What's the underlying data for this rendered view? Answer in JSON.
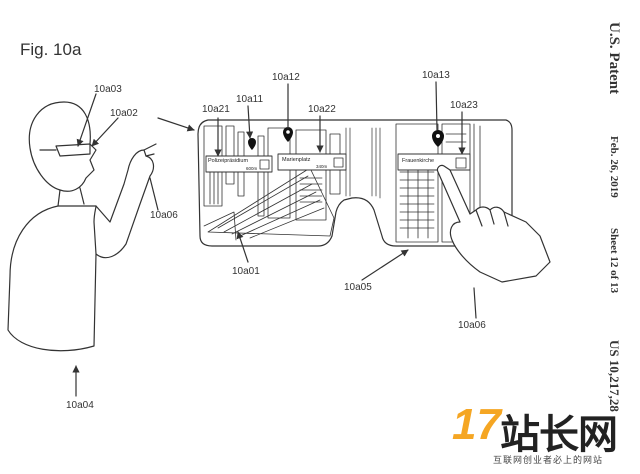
{
  "figure": {
    "title": "Fig. 10a"
  },
  "side_text": {
    "patent": "U.S. Patent",
    "date": "Feb. 26, 2019",
    "sheet": "Sheet 12 of 13",
    "number": "US 10,217,28"
  },
  "labels": {
    "l_10a03": "10a03",
    "l_10a02": "10a02",
    "l_10a06_left": "10a06",
    "l_10a04": "10a04",
    "l_10a21": "10a21",
    "l_10a11": "10a11",
    "l_10a12": "10a12",
    "l_10a22": "10a22",
    "l_10a13": "10a13",
    "l_10a23": "10a23",
    "l_10a01": "10a01",
    "l_10a05": "10a05",
    "l_10a06_right": "10a06"
  },
  "tags": {
    "polizei": "Polizeipräsidium",
    "polizei_dist": "600m",
    "marien": "Marienplatz",
    "marien_dist": "340m",
    "frauen": "Frauenkirche"
  },
  "watermark": {
    "num": "17",
    "text": "站长网",
    "sub": "互联网创业者必上的网站"
  }
}
